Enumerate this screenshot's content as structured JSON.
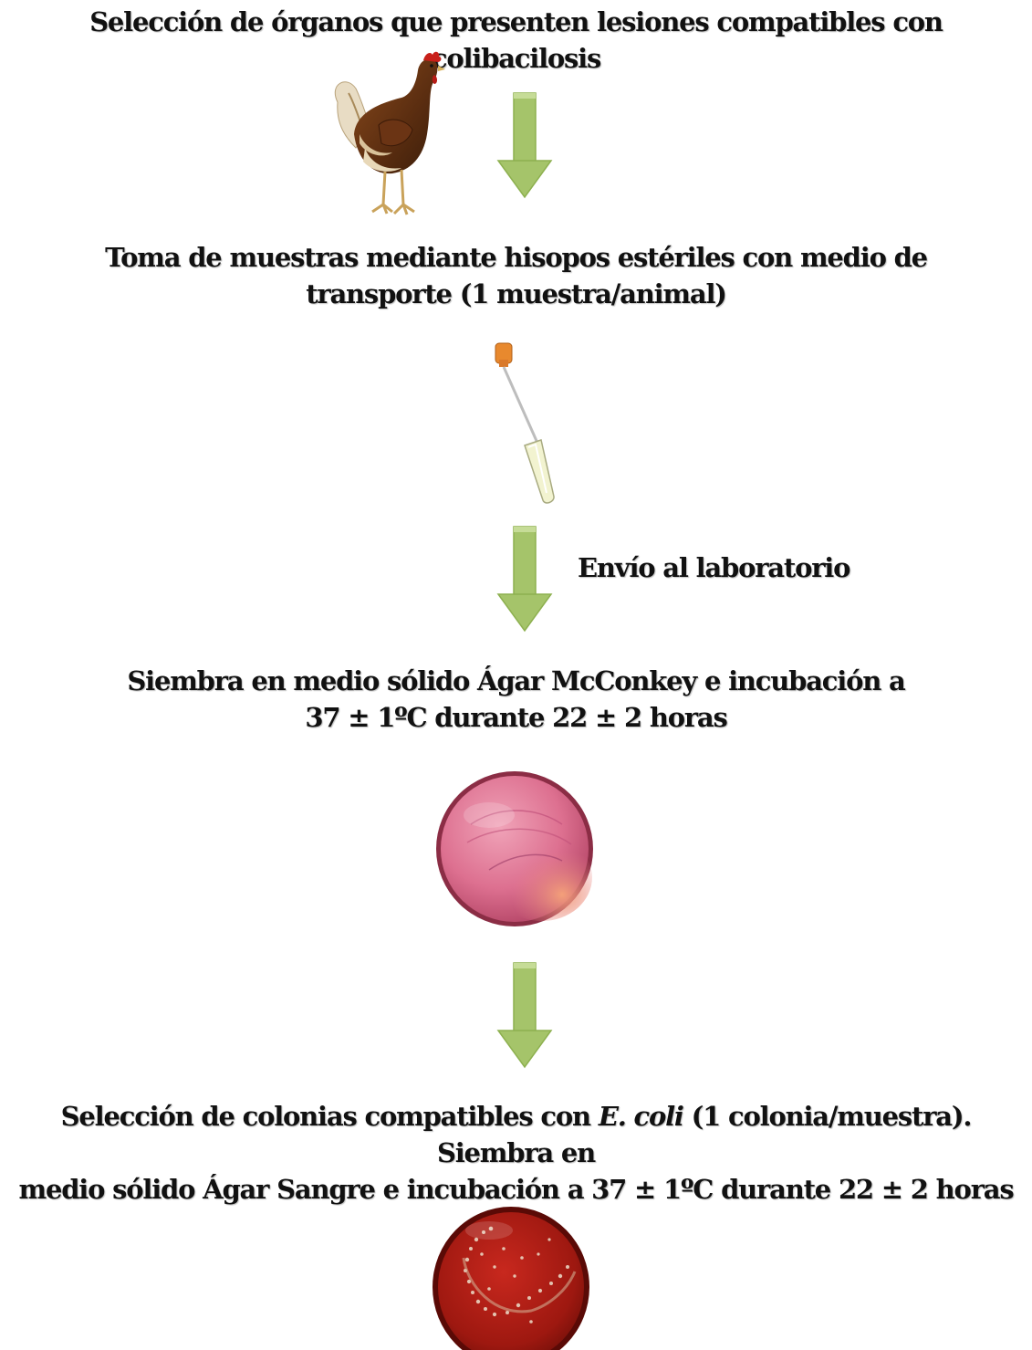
{
  "steps": [
    {
      "line1": "Selección de órganos que presenten lesiones compatibles con",
      "line2": "colibacilosis"
    },
    {
      "line1": "Toma de muestras mediante hisopos estériles con medio de",
      "line2": "transporte (1 muestra/animal)"
    },
    {
      "line1": "Siembra en medio sólido Ágar McConkey e incubación  a",
      "line2": "37 ± 1ºC durante 22 ± 2 horas"
    },
    {
      "line1_pre": "Selección de colonias compatibles con ",
      "line1_italic": "E. coli",
      "line1_post": " (1 colonia/muestra). Siembra en",
      "line2": "medio sólido Ágar Sangre e incubación a 37 ± 1ºC durante 22 ± 2 horas"
    }
  ],
  "arrow_labels": {
    "shipping": "Envío al laboratorio"
  },
  "colors": {
    "arrow_fill": "#a5c46a",
    "arrow_edge": "#8db04f",
    "arrow_light": "#c6dc97"
  },
  "icons": [
    "hen-icon",
    "swab-icon",
    "mcconkey-plate-icon",
    "blood-agar-plate-icon",
    "down-arrow-icon"
  ]
}
